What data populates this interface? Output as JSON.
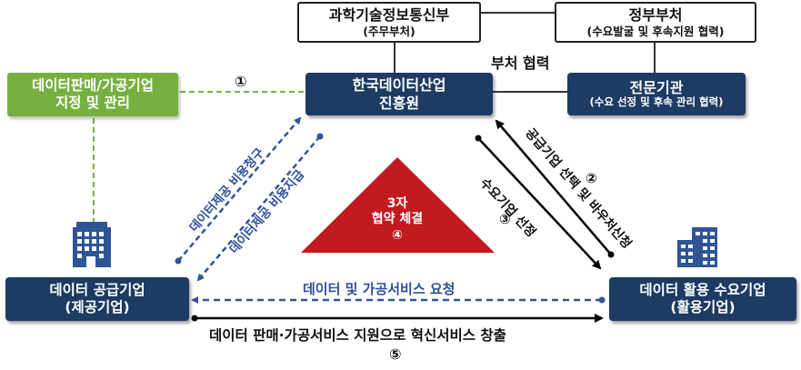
{
  "boxes": {
    "msit": {
      "title": "과학기술정보통신부",
      "sub": "(주무부처)"
    },
    "gov": {
      "title": "정부부처",
      "sub": "(수요발굴 및 후속지원 협력)"
    },
    "seller": {
      "line1": "데이터판매/가공기업",
      "line2": "지정 및 관리"
    },
    "kdata": {
      "line1": "한국데이터산업",
      "line2": "진흥원"
    },
    "expert": {
      "title": "전문기관",
      "sub": "(수요 선정 및 후속 관리 협력)"
    },
    "supplier": {
      "line1": "데이터 공급기업",
      "line2": "(제공기업)"
    },
    "consumer": {
      "line1": "데이터 활용 수요기업",
      "line2": "(활용기업)"
    }
  },
  "labels": {
    "ministry_cooperation": "부처 협력",
    "step1": "①",
    "request_fee": "데이터제공 비용청구",
    "pay_fee": "데이터제공 비용지급",
    "select_consumer": "수요기업 선정",
    "step3": "③",
    "apply_voucher": "공급기업 선택 및 바우처신청",
    "step2": "②",
    "data_request": "데이터 및 가공서비스 요청",
    "innovation": "데이터 판매·가공서비스 지원으로 혁신서비스 창출",
    "step5": "⑤"
  },
  "triangle": {
    "line1": "3자",
    "line2": "협약 체결",
    "step": "④"
  },
  "colors": {
    "navy": "#1d3b63",
    "green": "#77b041",
    "red": "#c21a1f",
    "dashed_blue": "#2f5597",
    "text_blue": "#2e4f9c"
  },
  "icons": {
    "supplier": "office-building-icon",
    "consumer": "factory-building-icon"
  }
}
